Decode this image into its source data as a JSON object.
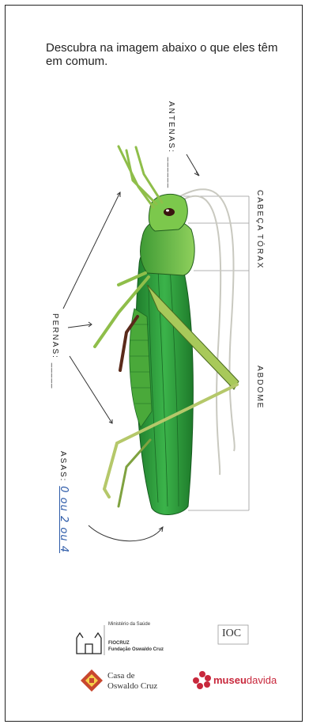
{
  "heading": "Descubra na imagem abaixo o que eles têm em comum.",
  "labels": {
    "antenas": "ANTENAS:",
    "antenas_blank": "______",
    "cabeca": "CABEÇA",
    "torax": "TÓRAX",
    "abdome": "ABDOME",
    "pernas": "PERNAS:",
    "pernas_blank": "_____",
    "asas": "ASAS:",
    "asas_answer": "0 ou 2 ou 4"
  },
  "logos": {
    "ministerio": "Ministério da Saúde",
    "fiocruz": "FIOCRUZ",
    "fundacao": "Fundação Oswaldo Cruz",
    "ioc": "IOC",
    "casa_line1": "Casa de",
    "casa_line2": "Oswaldo Cruz",
    "museu_bold": "museu",
    "museu_light": "davida"
  },
  "colors": {
    "body_green": "#6dbb45",
    "wing_green": "#2f9a3a",
    "museu_red": "#c8283c",
    "handwriting_blue": "#2c5aa8"
  }
}
